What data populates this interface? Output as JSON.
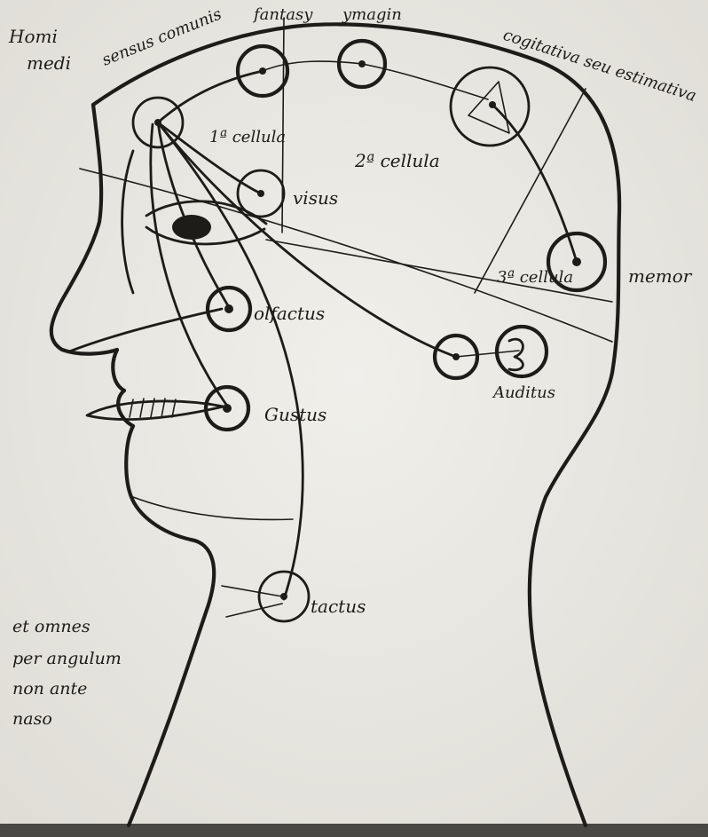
{
  "colors": {
    "paper": "#ecebe6",
    "ink": "#1e1c19"
  },
  "labels": {
    "homini_medii": [
      "Homi",
      "medi"
    ],
    "sensus_communis": "sensus comunis",
    "fantasia": "fantasy",
    "ymaginatio": "ymagin",
    "cogitativa": "cogitativa seu estimativa",
    "prima_cellula": "1ª cellula",
    "visus": "visus",
    "secunda_cellula": "2ª cellula",
    "tertia_cellula": "3ª cellula",
    "memoria": "memor",
    "olfactus": "olfactus",
    "gustus": "Gustus",
    "auditus": "Auditus",
    "tactus": "tactus",
    "marginal_note": [
      "et omnes",
      "per angulum",
      "non ante",
      "naso"
    ]
  }
}
